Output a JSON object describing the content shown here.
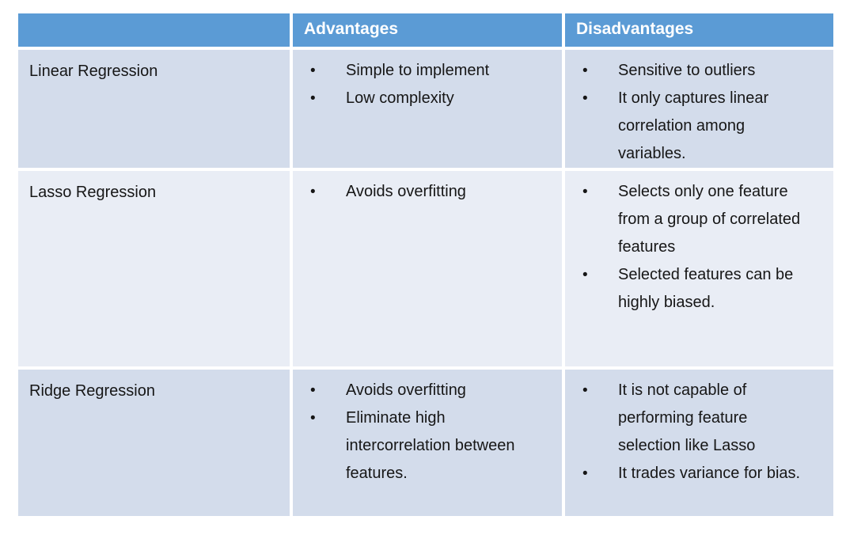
{
  "table": {
    "bullet_char": "•",
    "header": {
      "method_col": "",
      "advantages": "Advantages",
      "disadvantages": "Disadvantages"
    },
    "rows": [
      {
        "label": "Linear Regression",
        "advantages": [
          "Simple to implement",
          "Low complexity"
        ],
        "disadvantages": [
          "Sensitive to outliers",
          "It only captures linear correlation among variables."
        ]
      },
      {
        "label": "Lasso Regression",
        "advantages": [
          "Avoids overfitting"
        ],
        "disadvantages": [
          "Selects only one feature from a group of correlated features",
          "Selected features can be highly biased."
        ]
      },
      {
        "label": "Ridge Regression",
        "advantages": [
          "Avoids overfitting",
          "Eliminate high intercorrelation between features."
        ],
        "disadvantages": [
          "It is not capable of performing feature selection like Lasso",
          "It trades variance for bias."
        ]
      }
    ],
    "colors": {
      "header_bg": "#5B9BD5",
      "row_odd_bg": "#D3DCEB",
      "row_even_bg": "#E9EDF5",
      "header_text": "#FFFFFF",
      "body_text": "#161616",
      "gap": "#FFFFFF"
    }
  }
}
